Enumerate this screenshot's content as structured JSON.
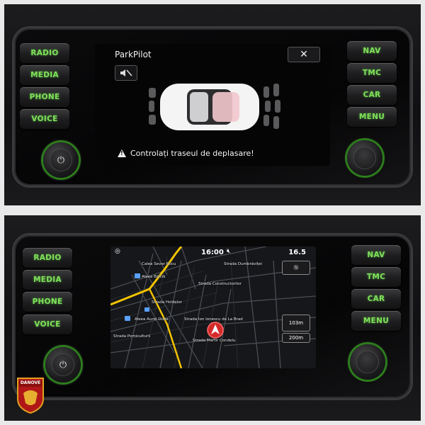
{
  "top_panel": {
    "left_buttons": [
      "RADIO",
      "MEDIA",
      "PHONE",
      "VOICE"
    ],
    "right_buttons": [
      "NAV",
      "TMC",
      "CAR",
      "MENU"
    ],
    "screen": {
      "title": "ParkPilot",
      "close_label": "✕",
      "warning_text": "Controlați traseul de deplasare!"
    }
  },
  "bottom_panel": {
    "left_buttons": [
      "RADIO",
      "MEDIA",
      "PHONE",
      "VOICE"
    ],
    "right_buttons": [
      "NAV",
      "TMC",
      "CAR",
      "MENU"
    ],
    "screen": {
      "time": "16:00",
      "temperature": "16.5",
      "scale_1": "103m",
      "scale_2": "200m",
      "street_labels": [
        "Calea Sever Bocu",
        "Strada Dumbrăviței",
        "Aleea Bălcik",
        "Strada Constructorilor",
        "Strada Holdelor",
        "Aleea Aurel Oube",
        "Strada Ion Ionescu de La Brad",
        "Strada Pomiculturii",
        "Strada Martir Condelu"
      ]
    }
  },
  "logo": {
    "text": "DANOVE"
  },
  "colors": {
    "button_text": "#7fe05a",
    "knob_ring": "#2d7d1d",
    "route": "#f2c300",
    "position_marker": "#e02424"
  }
}
